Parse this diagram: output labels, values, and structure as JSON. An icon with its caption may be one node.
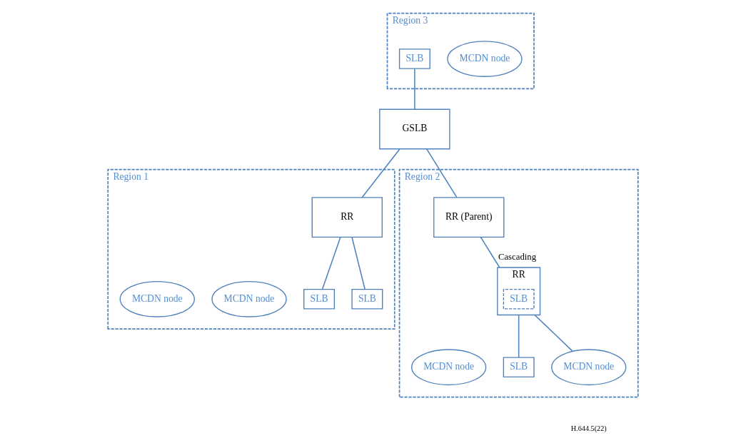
{
  "diagram": {
    "nodes": [
      {
        "text": [
          "Region 3"
        ]
      },
      {
        "text": [
          "MCDN node"
        ],
        "in": 0
      },
      {
        "text": [
          "SLB"
        ],
        "in": 0
      },
      {
        "text": [
          "GSLB"
        ]
      },
      {
        "text": [
          "Region 1"
        ]
      },
      {
        "text": [
          "RR"
        ],
        "in": 4
      },
      {
        "text": [
          "MCDN node"
        ],
        "in": 4
      },
      {
        "text": [
          "SLB"
        ],
        "in": 4
      },
      {
        "text": [
          "MCDN node"
        ],
        "in": 4
      },
      {
        "text": [
          "SLB"
        ],
        "in": 4
      },
      {
        "text": [
          "Region 2"
        ]
      },
      {
        "text": [
          "RR (Parent)"
        ],
        "in": 10
      },
      {
        "text": [
          "RR"
        ],
        "in": 10
      },
      {
        "text": [
          "SLB"
        ],
        "in": 12
      },
      {
        "text": [
          "MCDN node"
        ],
        "in": 10
      },
      {
        "text": [
          "SLB"
        ],
        "in": 10
      },
      {
        "text": [
          "MCDN node"
        ],
        "in": 10
      }
    ],
    "edges": [
      {
        "from": 2,
        "to": 3,
        "arrow": "none"
      },
      {
        "from": 3,
        "to": 5,
        "arrow": "none"
      },
      {
        "from": 3,
        "to": 11,
        "arrow": "none"
      },
      {
        "from": 5,
        "to": 7,
        "arrow": "none"
      },
      {
        "from": 5,
        "to": 9,
        "arrow": "none"
      },
      {
        "from": 11,
        "to": 12,
        "label": "Cascading",
        "arrow": "none"
      },
      {
        "from": 12,
        "to": 15,
        "arrow": "none"
      },
      {
        "from": 12,
        "to": 16,
        "arrow": "none"
      }
    ],
    "labels": [
      "H.644.5(22)"
    ]
  }
}
